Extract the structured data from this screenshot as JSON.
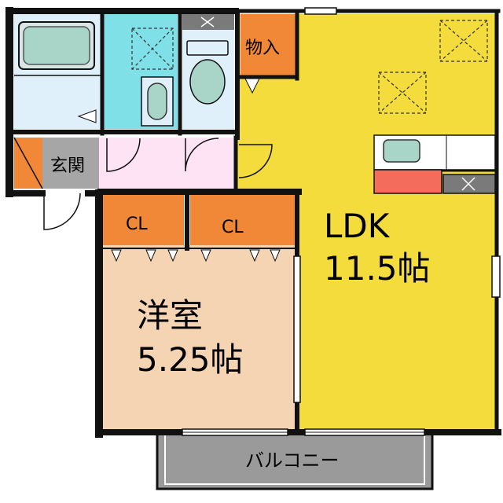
{
  "rooms": {
    "ldk": {
      "name": "LDK",
      "size": "11.5帖",
      "color": "#f4dc3c"
    },
    "western": {
      "name": "洋室",
      "size": "5.25帖",
      "color": "#f5d4b3"
    },
    "closet_left": {
      "label": "CL",
      "color": "#f08838"
    },
    "closet_right": {
      "label": "CL",
      "color": "#f08838"
    },
    "storage": {
      "label": "物入",
      "color": "#f08838"
    },
    "entrance": {
      "label": "玄関",
      "color": "#a6a6a6"
    },
    "hallway": {
      "color": "#fde3f3"
    },
    "bathroom": {
      "color": "#dff0fb"
    },
    "washroom": {
      "color": "#7fe0e8"
    },
    "toilet": {
      "color": "#dff0fb"
    },
    "kitchen_counter": {
      "color": "#f36c5c"
    },
    "balcony": {
      "label": "バルコニー",
      "color": "#9a9a9a"
    }
  },
  "colors": {
    "wall": "#111111",
    "fixture": "#a9d4c8"
  }
}
